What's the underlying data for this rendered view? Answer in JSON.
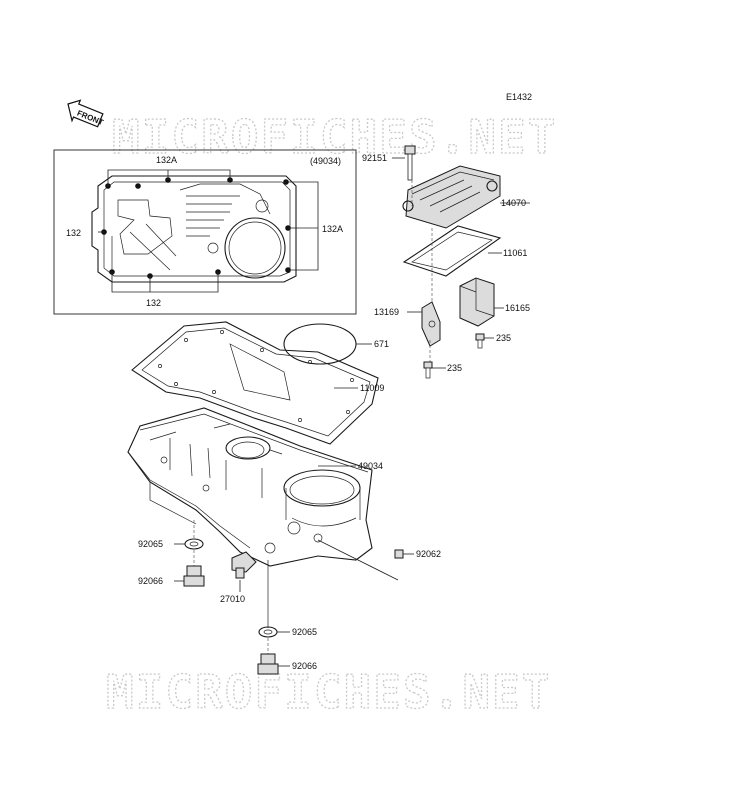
{
  "diagram_code": "E1432",
  "front_marker": "FRONT",
  "watermark": "MICROFICHES.NET",
  "inset_ref": "(49034)",
  "labels": {
    "l132A_top": "132A",
    "l132A_right": "132A",
    "l132_left": "132",
    "l132_bottom": "132",
    "l92151": "92151",
    "l14070": "14070",
    "l11061": "11061",
    "l13169": "13169",
    "l16165": "16165",
    "l235_a": "235",
    "l235_b": "235",
    "l671": "671",
    "l11009": "11009",
    "l49034": "49034",
    "l92062": "92062",
    "l92065_a": "92065",
    "l92066_a": "92066",
    "l27010": "27010",
    "l92065_b": "92065",
    "l92066_b": "92066"
  }
}
